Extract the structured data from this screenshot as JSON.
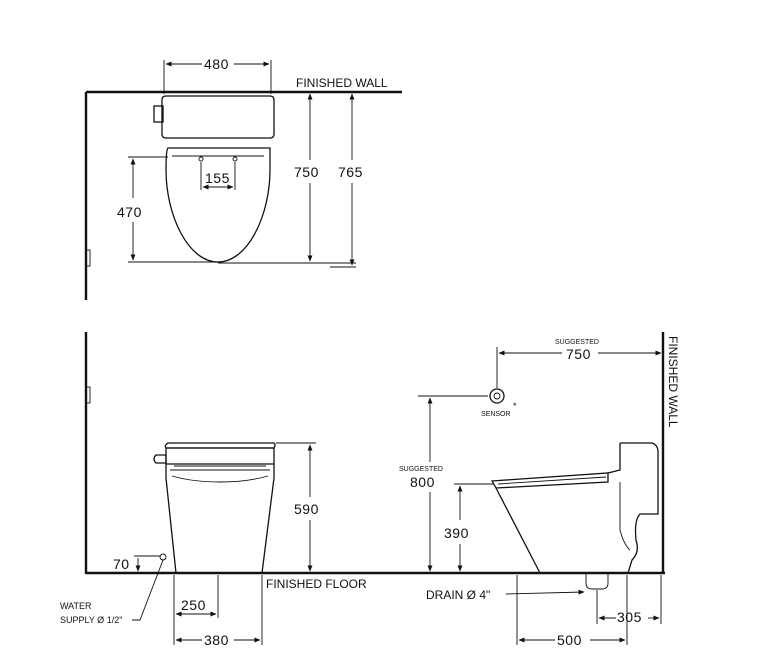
{
  "top_view": {
    "finished_wall": "FINISHED WALL",
    "dim_width": "480",
    "dim_depth_750": "750",
    "dim_depth_765": "765",
    "dim_470": "470",
    "dim_155": "155"
  },
  "front_view": {
    "dim_height": "590",
    "dim_70": "70",
    "water_supply_line1": "WATER",
    "water_supply_line2": "SUPPLY Ø 1/2\"",
    "dim_250": "250",
    "dim_380": "380",
    "finished_floor": "FINISHED FLOOR"
  },
  "side_view": {
    "suggested_top": "SUGGESTED",
    "dim_750": "750",
    "sensor_label": "SENSOR",
    "sensor_asterisk": "*",
    "suggested_left": "SUGGESTED",
    "dim_800": "800",
    "dim_390": "390",
    "drain_label": "DRAIN Ø 4\"",
    "dim_305": "305",
    "dim_500": "500",
    "finished_wall": "FINISHED WALL"
  }
}
